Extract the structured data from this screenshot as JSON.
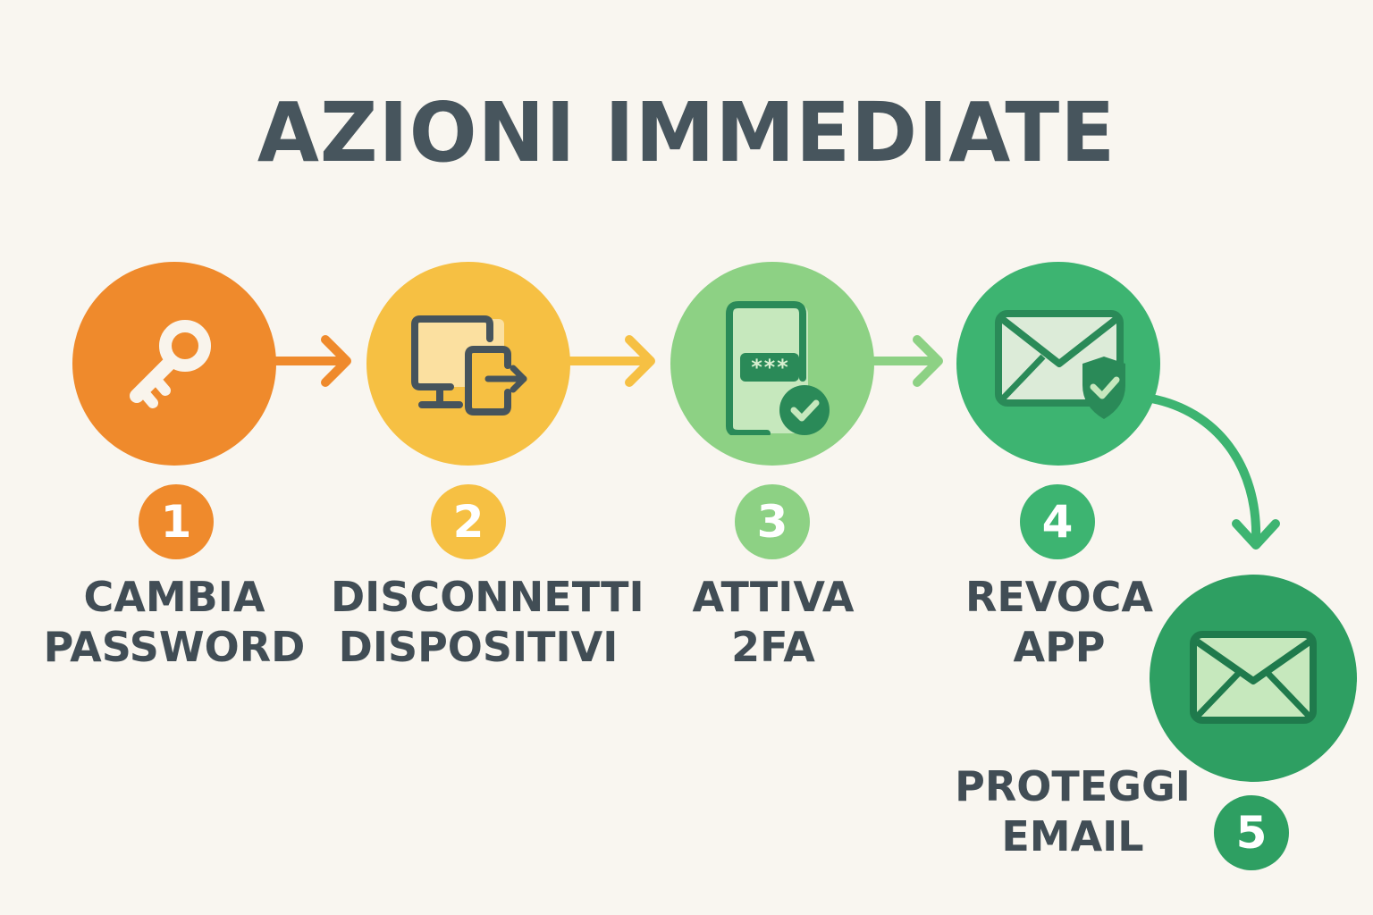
{
  "title": "AZIONI IMMEDIATE",
  "colors": {
    "background": "#f9f6f0",
    "text": "#414d55",
    "step1": "#ef8a2c",
    "step2": "#f6c043",
    "step3": "#8dd184",
    "step4": "#3db471",
    "step5": "#2e9f62",
    "icon_dark": "#46545c",
    "icon_green_dark": "#2a8a58"
  },
  "steps": [
    {
      "number": "1",
      "line1": "CAMBIA",
      "line2": "PASSWORD",
      "icon": "key-icon"
    },
    {
      "number": "2",
      "line1": "DISCONNETTI",
      "line2": "DISPOSITIVI",
      "icon": "devices-logout-icon"
    },
    {
      "number": "3",
      "line1": "ATTIVA",
      "line2": "2FA",
      "icon": "phone-2fa-icon"
    },
    {
      "number": "4",
      "line1": "REVOCA",
      "line2": "APP",
      "icon": "email-shield-icon"
    },
    {
      "number": "5",
      "line1": "PROTEGGI",
      "line2": "EMAIL",
      "icon": "email-icon"
    }
  ],
  "icon_details": {
    "step3_code": "***"
  }
}
